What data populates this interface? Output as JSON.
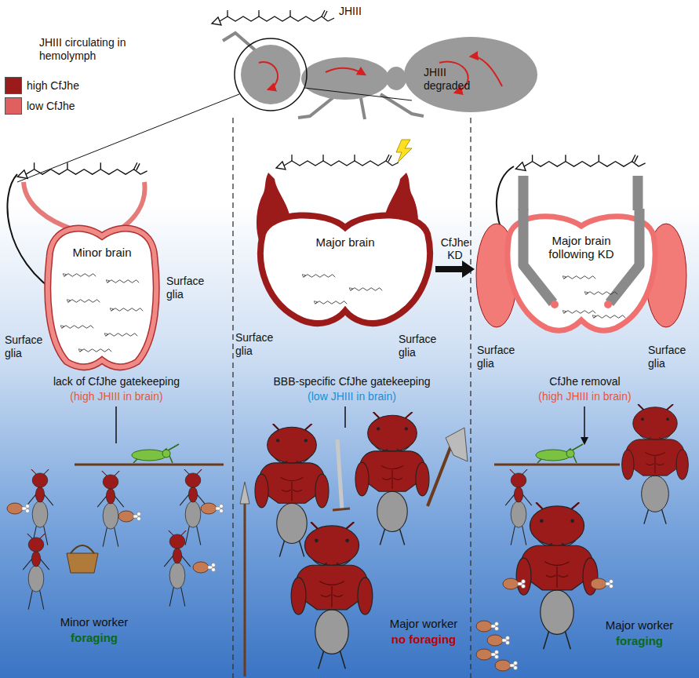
{
  "diagram": {
    "nodes": [
      {
        "text": [
          "Minor brain"
        ]
      },
      {
        "text": [
          "Major brain"
        ]
      },
      {
        "text": [
          "Major brain following KD"
        ]
      }
    ],
    "edges": [
      {
        "from": 1,
        "to": 2,
        "arrow": "to",
        "label": "CfJhe KD"
      }
    ],
    "labels": [
      "JHIII",
      "JHIII circulating in hemolymph",
      "JHIII degraded",
      "Surface glia",
      "Surface glia",
      "Surface glia",
      "Surface glia",
      "Surface glia",
      "Surface glia",
      "lack of CfJhe gatekeeping",
      "(high JHIII in brain)",
      "BBB-specific CfJhe gatekeeping",
      "(low JHIII in brain)",
      "CfJhe removal",
      "(high JHIII in brain)",
      "Minor worker",
      "foraging",
      "Major worker",
      "no foraging",
      "Major worker",
      "foraging"
    ],
    "legend": [
      {
        "text": "high CfJhe",
        "color": "#9b1b1b"
      },
      {
        "text": "low CfJhe",
        "color": "#e06060"
      }
    ]
  }
}
